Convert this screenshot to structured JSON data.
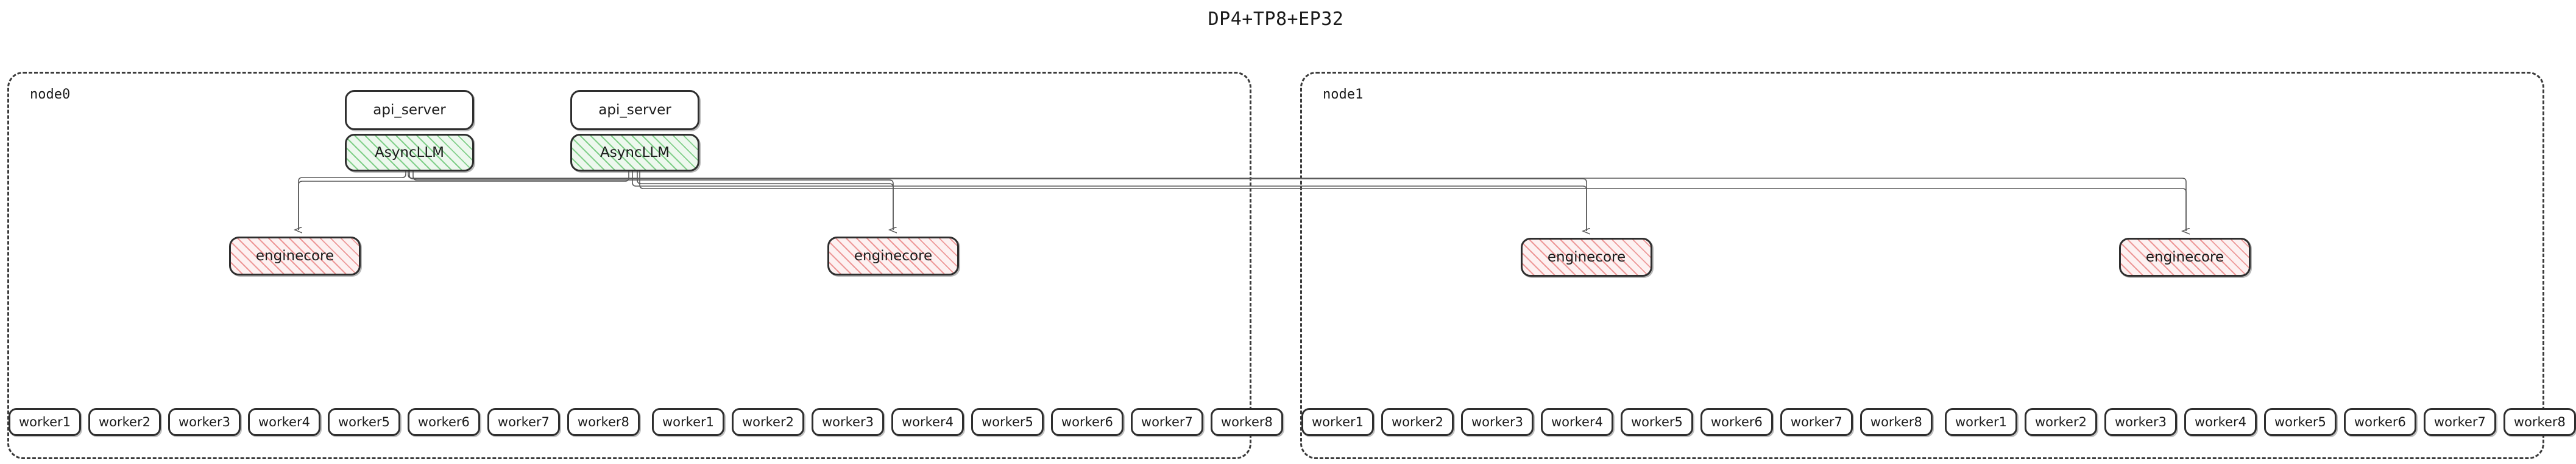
{
  "title": "DP4+TP8+EP32",
  "nodes": [
    {
      "label": "node0",
      "api_servers": [
        {
          "api_label": "api_server",
          "async_label": "AsyncLLM"
        },
        {
          "api_label": "api_server",
          "async_label": "AsyncLLM"
        }
      ],
      "enginecores": [
        {
          "label": "enginecore"
        },
        {
          "label": "enginecore"
        }
      ],
      "worker_groups": [
        {
          "workers": [
            "worker1",
            "worker2",
            "worker3",
            "worker4",
            "worker5",
            "worker6",
            "worker7",
            "worker8"
          ]
        },
        {
          "workers": [
            "worker1",
            "worker2",
            "worker3",
            "worker4",
            "worker5",
            "worker6",
            "worker7",
            "worker8"
          ]
        }
      ]
    },
    {
      "label": "node1",
      "api_servers": [],
      "enginecores": [
        {
          "label": "enginecore"
        },
        {
          "label": "enginecore"
        }
      ],
      "worker_groups": [
        {
          "workers": [
            "worker1",
            "worker2",
            "worker3",
            "worker4",
            "worker5",
            "worker6",
            "worker7",
            "worker8"
          ]
        },
        {
          "workers": [
            "worker1",
            "worker2",
            "worker3",
            "worker4",
            "worker5",
            "worker6",
            "worker7",
            "worker8"
          ]
        }
      ]
    }
  ],
  "colors": {
    "async_hatch": "#6ec878",
    "async_fill": "#edf8ee",
    "engine_hatch": "#e98282",
    "engine_fill": "#fdf1f1",
    "box_border": "#2e2e2e",
    "node_border": "#3b3b3b",
    "edge_stroke": "#5a5a5a",
    "text": "#1b1b1b"
  }
}
